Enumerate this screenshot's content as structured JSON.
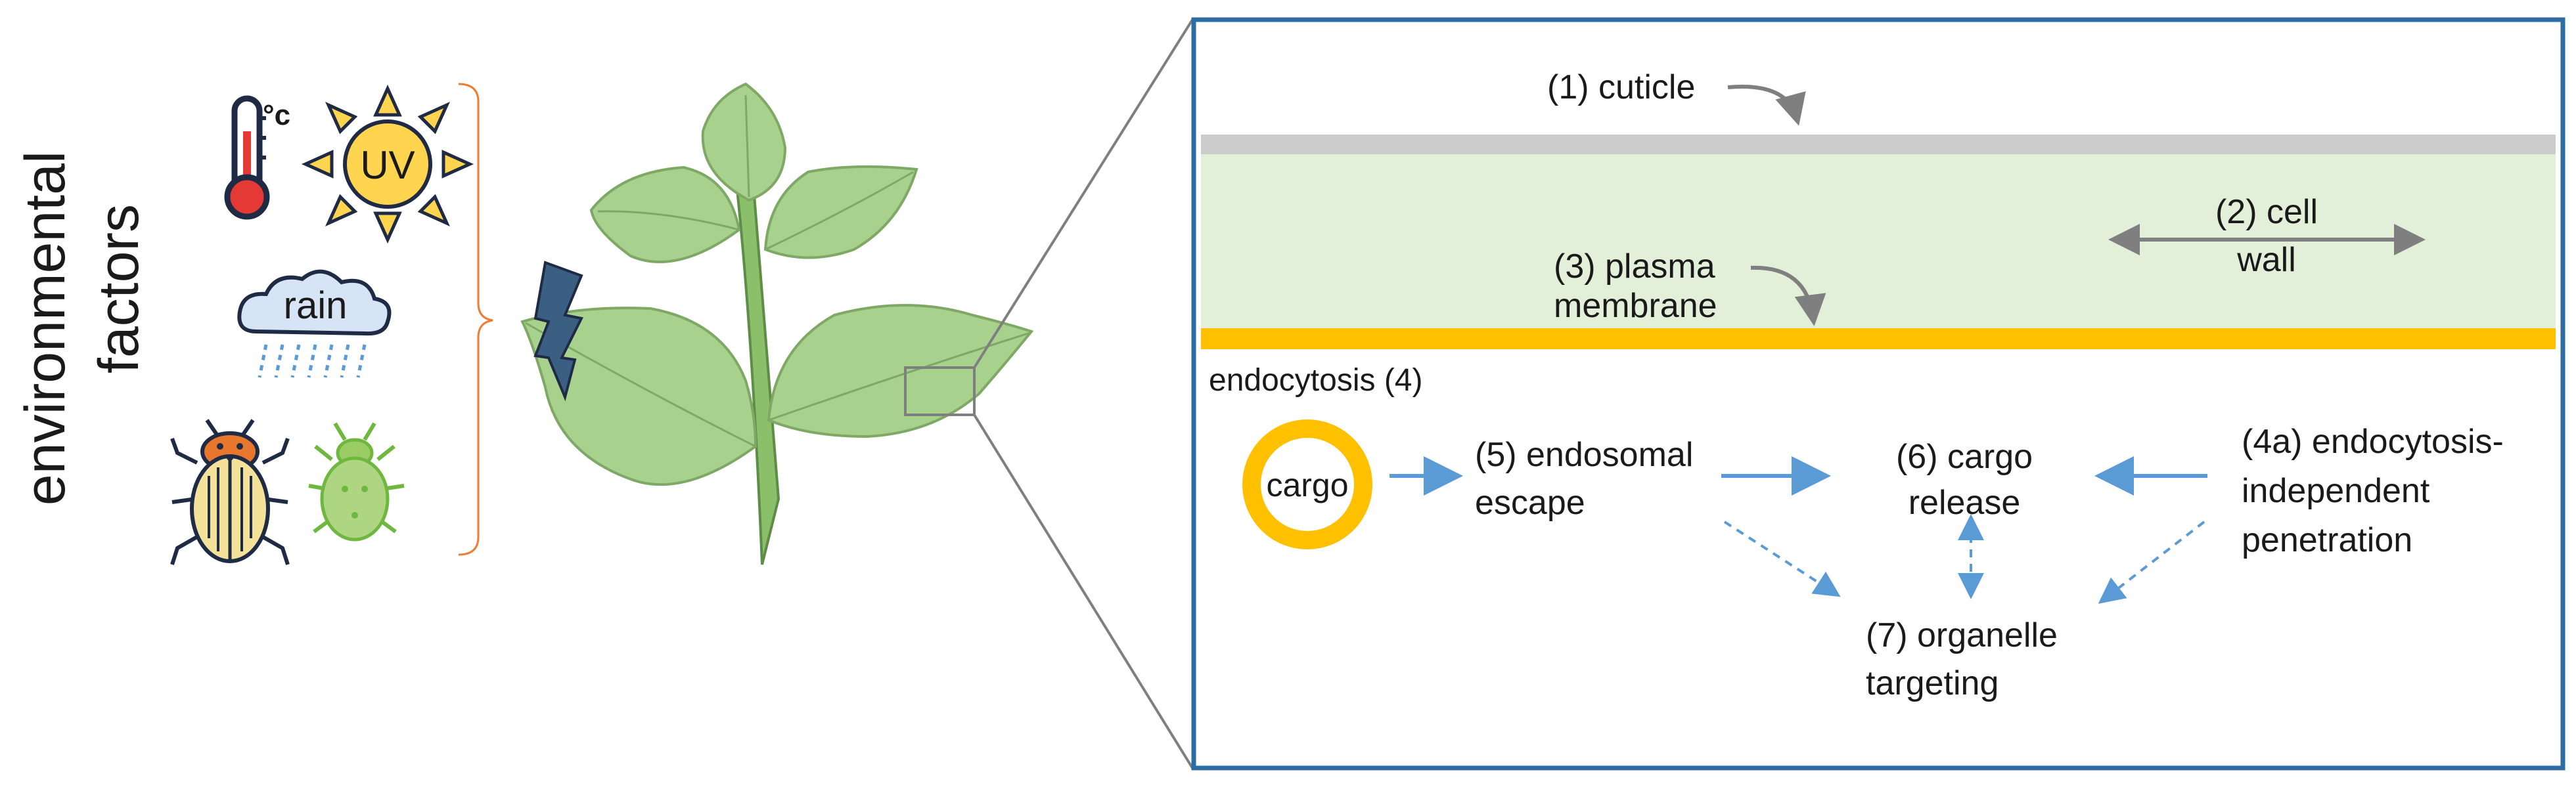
{
  "left_panel": {
    "title_lines": [
      "environmental",
      "factors"
    ],
    "temperature_unit": "°c",
    "uv_label": "UV",
    "rain_label": "rain",
    "icons": [
      "thermometer-icon",
      "sun-icon",
      "rain-cloud-icon",
      "beetle-icon",
      "aphid-icon",
      "lightning-icon"
    ]
  },
  "zoom_panel": {
    "cuticle": "(1) cuticle",
    "cell_wall_lines": [
      "(2) cell",
      "wall"
    ],
    "plasma_membrane_lines": [
      "(3) plasma",
      "membrane"
    ],
    "endocytosis": "endocytosis (4)",
    "cargo": "cargo",
    "endosomal_escape_lines": [
      "(5) endosomal",
      "escape"
    ],
    "cargo_release_lines": [
      "(6) cargo",
      "release"
    ],
    "independent_penetration_lines": [
      "(4a) endocytosis-",
      "independent",
      "penetration"
    ],
    "organelle_targeting_lines": [
      "(7) organelle",
      "targeting"
    ]
  },
  "colors": {
    "frame": "#2e6da4",
    "cuticle": "#cccccc",
    "cell_wall": "#e2efd9",
    "membrane": "#ffc000",
    "arrow_blue": "#5b9bd5",
    "arrow_gray": "#7f7f7f",
    "leaf": "#a9d18e",
    "brace": "#ed7d31"
  }
}
